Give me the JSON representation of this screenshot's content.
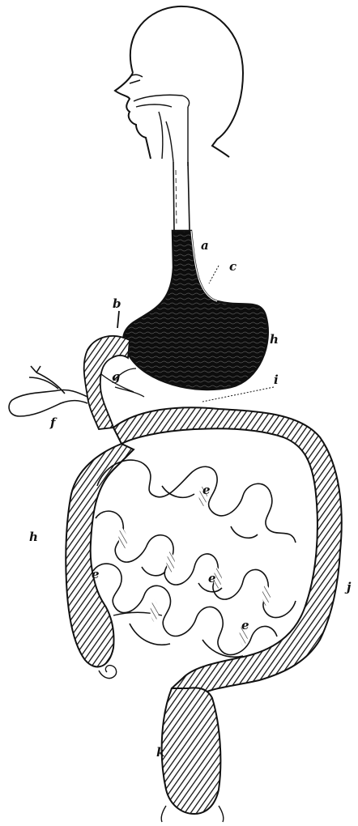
{
  "labels": {
    "a": "a",
    "b": "b",
    "c": "c",
    "e1": "e",
    "e2": "e",
    "e3": "e",
    "e4": "e",
    "f": "f",
    "g": "g",
    "h_left": "h",
    "h_right": "h",
    "i": "i",
    "j": "j",
    "k": "k"
  },
  "colors": {
    "ink": "#111111",
    "background": "#ffffff"
  }
}
